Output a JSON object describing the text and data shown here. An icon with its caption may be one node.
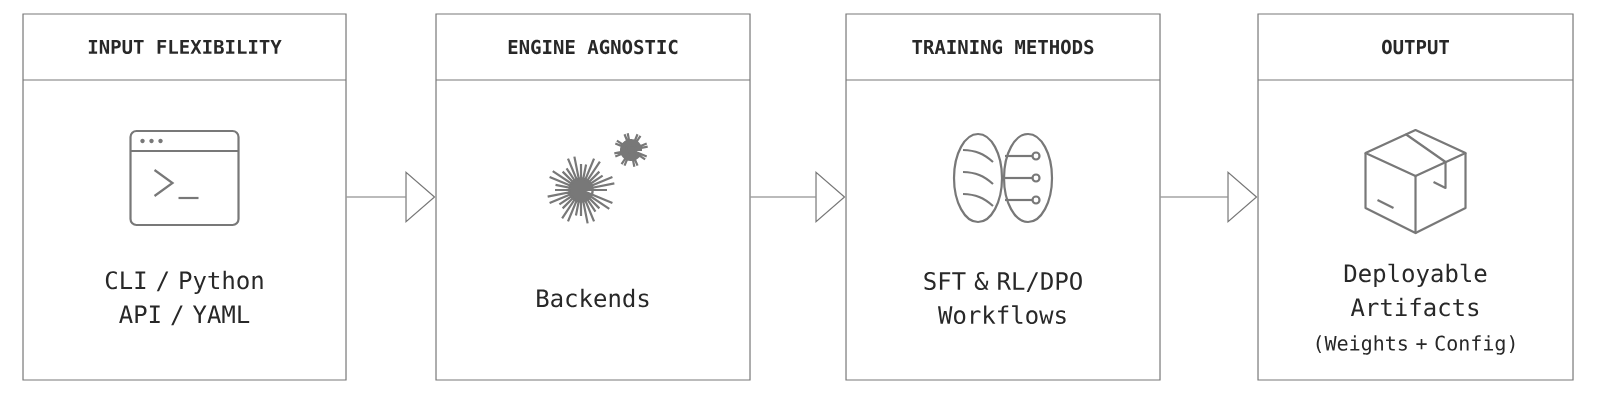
{
  "diagram": {
    "nodes": [
      {
        "text": [
          "INPUT FLEXIBILITY",
          "CLI / Python API / YAML"
        ]
      },
      {
        "text": [
          "ENGINE AGNOSTIC",
          "Backends"
        ]
      },
      {
        "text": [
          "TRAINING METHODS",
          "SFT & RL/DPO Workflows"
        ]
      },
      {
        "text": [
          "OUTPUT",
          "Deployable Artifacts",
          "(Weights + Config)"
        ]
      }
    ],
    "edges": [
      {
        "from": 0,
        "to": 1,
        "arrow": "to"
      },
      {
        "from": 1,
        "to": 2,
        "arrow": "to"
      },
      {
        "from": 2,
        "to": 3,
        "arrow": "to"
      }
    ]
  }
}
